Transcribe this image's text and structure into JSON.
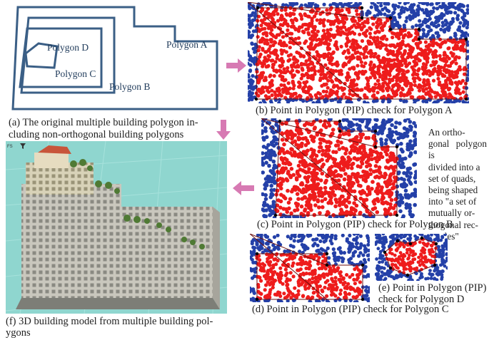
{
  "panel_a": {
    "labels": {
      "polygon_a": "Polygon A",
      "polygon_b": "Polygon B",
      "polygon_c": "Polygon C",
      "polygon_d": "Polygon D"
    },
    "caption_line1": "(a) The original multiple building polygon in-",
    "caption_line2": "cluding non-orthogonal building polygons"
  },
  "panel_b": {
    "caption": "(b) Point in Polygon (PIP) check for Polygon A"
  },
  "panel_c": {
    "caption": "(c) Point in Polygon (PIP) check for Polygon B"
  },
  "panel_d": {
    "caption": "(d) Point in Polygon (PIP) check for Polygon C"
  },
  "panel_e": {
    "caption_line1": "(e) Point in Polygon (PIP)",
    "caption_line2": "check for Polygon D"
  },
  "panel_f": {
    "caption_line1": "(f) 3D building model from multiple building pol-",
    "caption_line2": "ygons"
  },
  "note": "An ortho-\ngonal polygon is\ndivided into a\nset of quads,\nbeing shaped\ninto \"a set of\nmutually or-\nthogonal rec-\ntangles\"",
  "colors": {
    "inside_points": "#ee1c1c",
    "outside_points": "#2440a8",
    "polygon_outline": "#3b5f86",
    "arrow": "#d77ab3",
    "render_background": "#8fd6cf"
  }
}
